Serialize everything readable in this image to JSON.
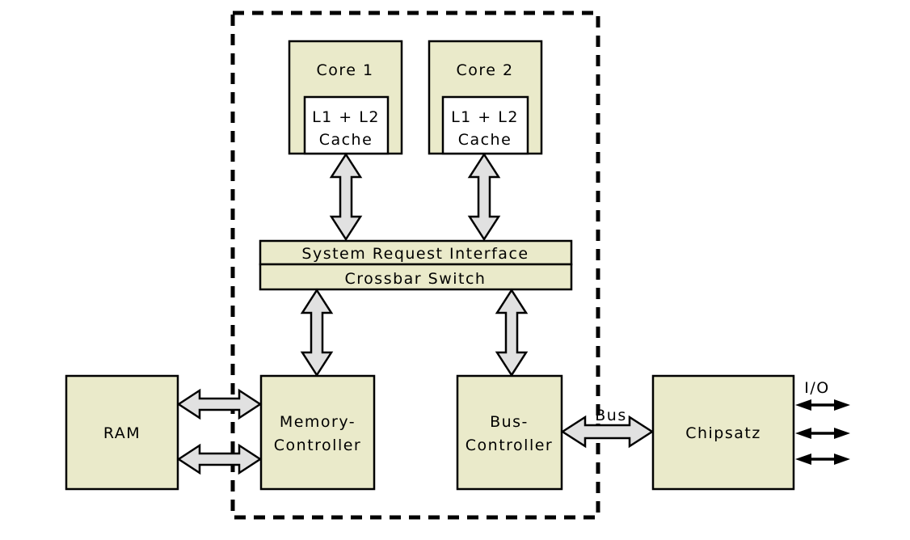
{
  "diagram": {
    "type": "block-diagram",
    "subject": "Dual-core CPU architecture"
  },
  "colors": {
    "box_fill": "#eaeaca",
    "cache_fill": "#ffffff",
    "arrow_fill": "#e1e1e1",
    "outline": "#000000",
    "background": "#ffffff"
  },
  "boxes": {
    "core1": {
      "label": "Core 1"
    },
    "core2": {
      "label": "Core 2"
    },
    "cache1": {
      "line1": "L1 + L2",
      "line2": "Cache"
    },
    "cache2": {
      "line1": "L1 + L2",
      "line2": "Cache"
    },
    "system_request_interface": {
      "label": "System Request Interface"
    },
    "crossbar_switch": {
      "label": "Crossbar Switch"
    },
    "ram": {
      "label": "RAM"
    },
    "memory_controller": {
      "line1": "Memory-",
      "line2": "Controller"
    },
    "bus_controller": {
      "line1": "Bus-",
      "line2": "Controller"
    },
    "chipsatz": {
      "label": "Chipsatz"
    }
  },
  "labels": {
    "bus": "Bus",
    "io": "I/O"
  }
}
